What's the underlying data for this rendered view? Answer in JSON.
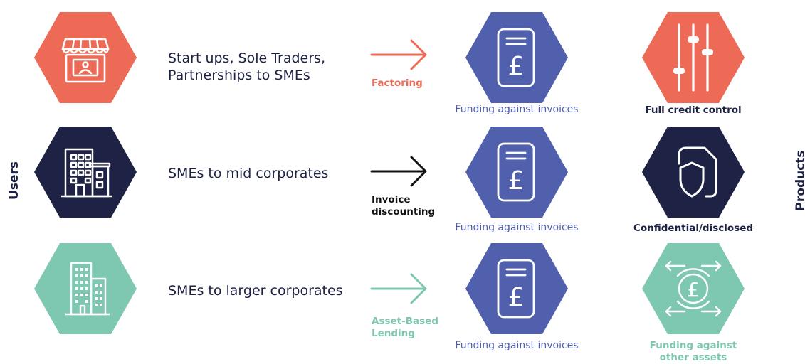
{
  "side_labels": {
    "left": "Users",
    "right": "Products"
  },
  "colors": {
    "coral": "#ed6a56",
    "navy": "#1e2346",
    "mint": "#7ec7b0",
    "blue": "#5060ac",
    "dark_text": "#1d2244"
  },
  "rows": [
    {
      "user_icon": "storefront-icon",
      "user_text": [
        "Start ups, Sole Traders,",
        "Partnerships to SMEs"
      ],
      "arrow_label": [
        "Factoring"
      ],
      "funding_icon": "pound-invoice-icon",
      "funding_caption": "Funding against invoices",
      "product_icon": "sliders-icon",
      "product_label": [
        "Full credit control"
      ]
    },
    {
      "user_icon": "office-building-icon",
      "user_text": [
        "SMEs to mid corporates"
      ],
      "arrow_label": [
        "Invoice",
        "discounting"
      ],
      "funding_icon": "pound-invoice-icon",
      "funding_caption": "Funding against invoices",
      "product_icon": "shield-document-icon",
      "product_label": [
        "Confidential/disclosed"
      ]
    },
    {
      "user_icon": "skyscraper-icon",
      "user_text": [
        "SMEs to larger corporates"
      ],
      "arrow_label": [
        "Asset-Based",
        "Lending"
      ],
      "funding_icon": "pound-invoice-icon",
      "funding_caption": "Funding against invoices",
      "product_icon": "pound-arrows-icon",
      "product_label": [
        "Funding against",
        "other assets"
      ]
    }
  ]
}
